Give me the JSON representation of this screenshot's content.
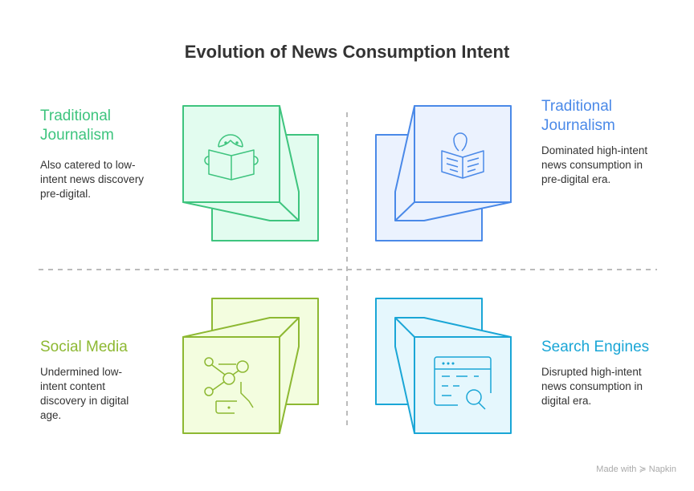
{
  "title": "Evolution of News Consumption Intent",
  "quadrants": [
    {
      "heading": "Traditional Journalism",
      "description": "Also catered to low-intent news discovery pre-digital.",
      "color": "#3ec47e",
      "fill": "#e2fcef",
      "icon": "person-reading-book-icon"
    },
    {
      "heading": "Traditional Journalism",
      "description": "Dominated high-intent news consumption in pre-digital era.",
      "color": "#4a89e8",
      "fill": "#ebf2fe",
      "icon": "reader-with-newspaper-icon"
    },
    {
      "heading": "Social Media",
      "description": "Undermined low-intent content discovery in digital age.",
      "color": "#8db832",
      "fill": "#f3fddf",
      "icon": "social-network-phone-icon"
    },
    {
      "heading": "Search Engines",
      "description": "Disrupted high-intent news consumption in digital era.",
      "color": "#1aa6d6",
      "fill": "#e5f7fd",
      "icon": "browser-search-icon"
    }
  ],
  "footer": "Made with ≽ Napkin"
}
